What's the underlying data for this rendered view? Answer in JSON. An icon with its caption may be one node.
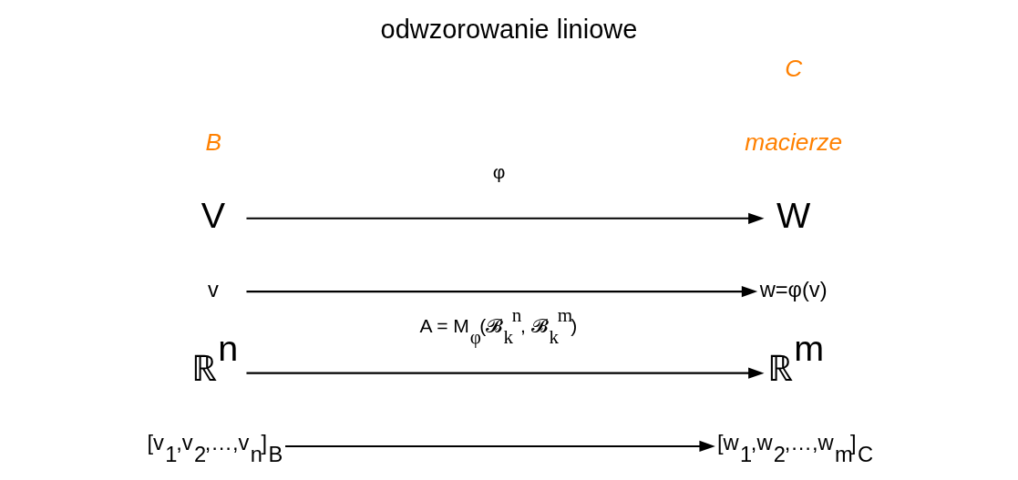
{
  "diagram": {
    "title": "odwzorowanie liniowe",
    "nodes": [
      {
        "text": [
          "V"
        ]
      },
      {
        "text": [
          "W"
        ]
      },
      {
        "text": [
          "v"
        ]
      },
      {
        "text": [
          "w=φ(v)"
        ]
      },
      {
        "text": [
          "ℝ$^{n}$"
        ]
      },
      {
        "text": [
          "ℝ$^{m}$"
        ]
      },
      {
        "text": [
          "[v$_{1}$,v$_{2}$,…,v$_{n}$]$_{B}$"
        ]
      },
      {
        "text": [
          "[w$_{1}$,w$_{2}$,…,w$_{m}$]$_{C}$"
        ]
      }
    ],
    "edges": [
      {
        "from": 0,
        "to": 1,
        "arrow": "to",
        "label": "φ"
      },
      {
        "from": 2,
        "to": 3,
        "arrow": "to"
      },
      {
        "from": 4,
        "to": 5,
        "arrow": "to",
        "label": "A = M$_{φ}$(𝓑$_{k}$$^{n}$, 𝓑$_{k}$$^{m}$)"
      },
      {
        "from": 6,
        "to": 7,
        "arrow": "to"
      }
    ],
    "labels": [
      "B",
      "C",
      "macierze"
    ]
  }
}
